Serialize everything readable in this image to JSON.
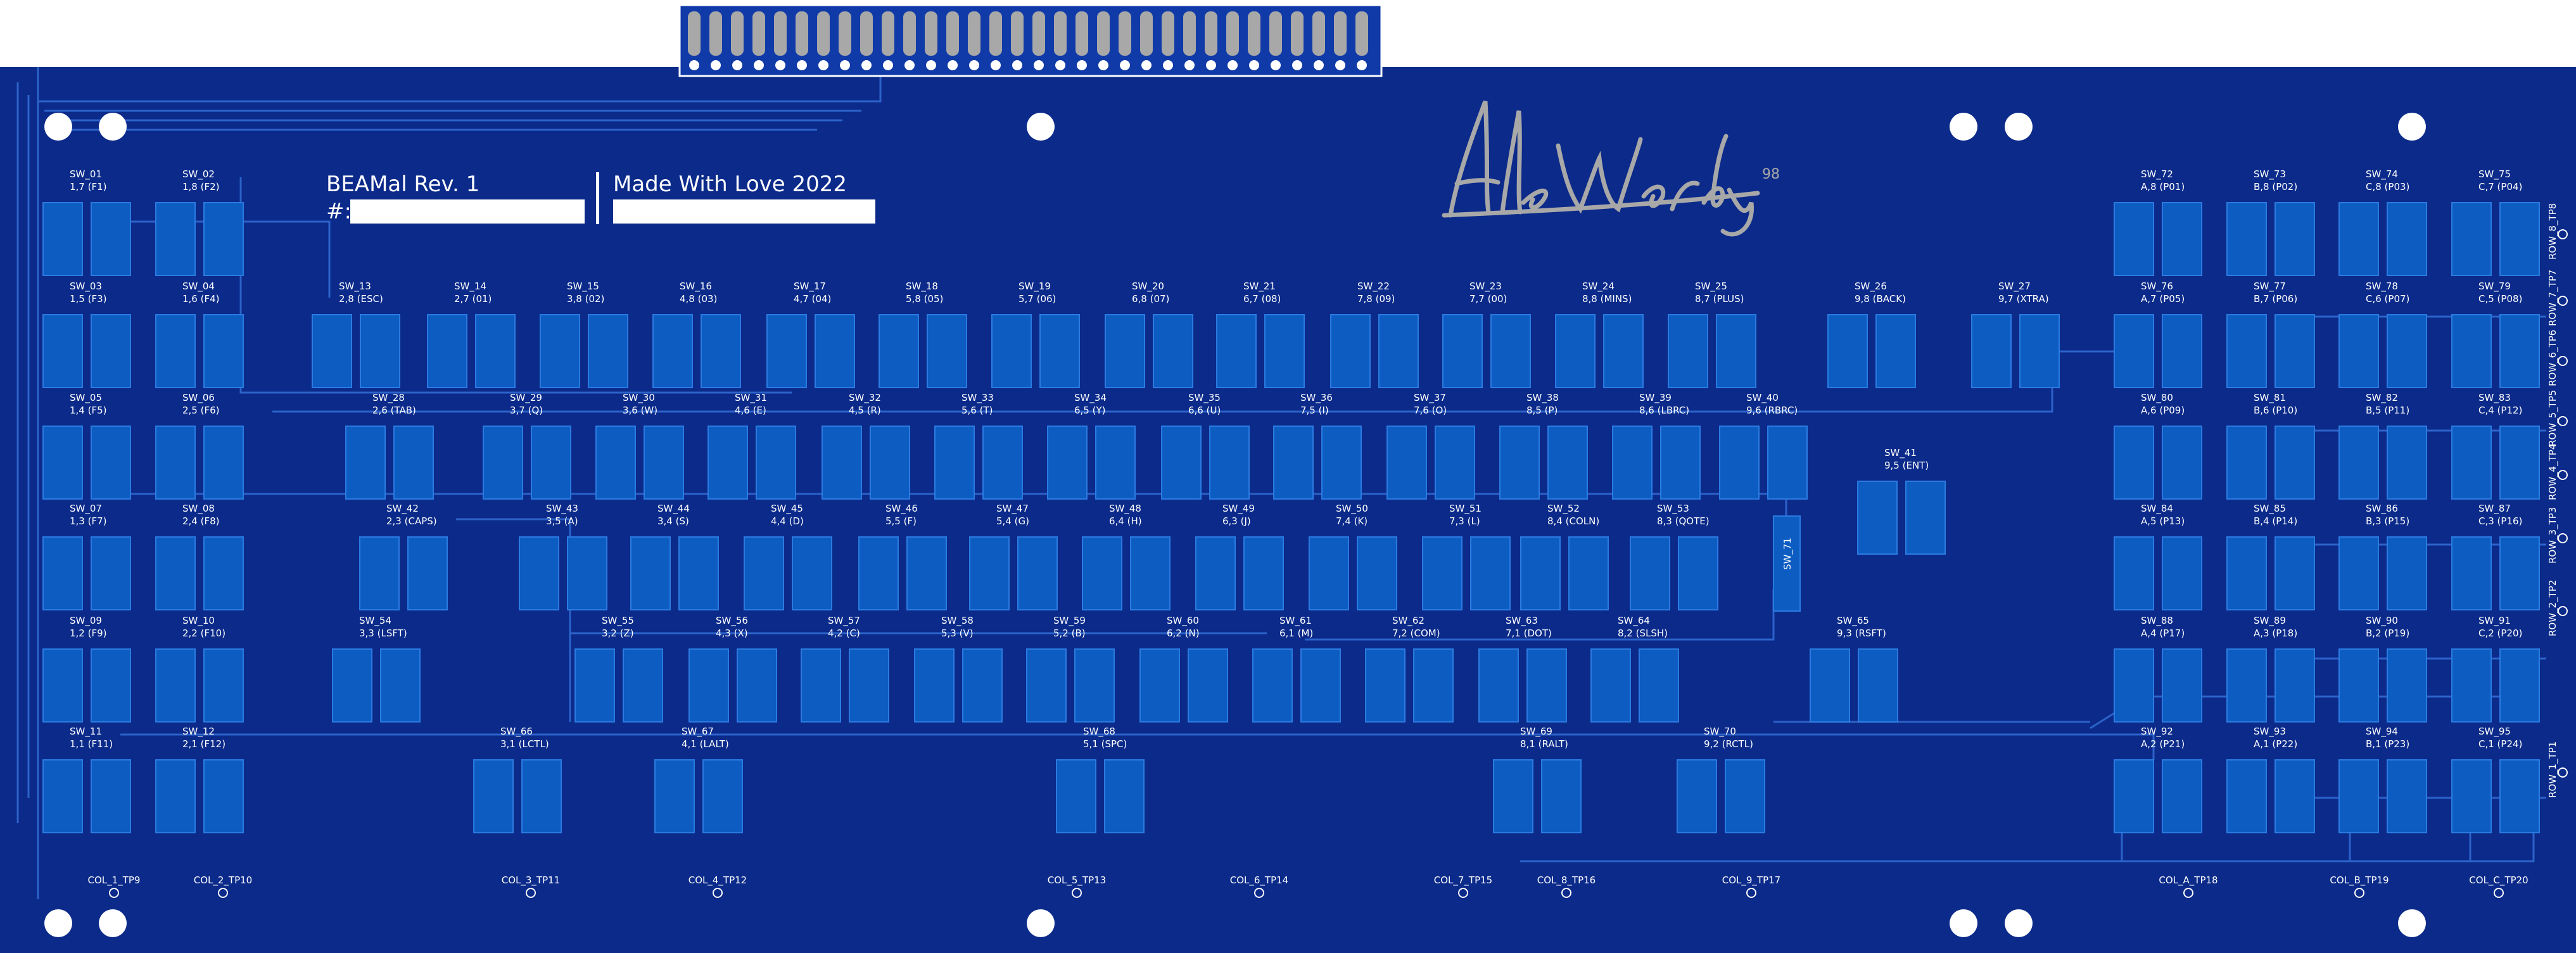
{
  "colors": {
    "board": "#0b2a8a",
    "pad": "#0d5cc2",
    "pad_stroke": "#2b7be0",
    "trace": "#2c63c9",
    "silk": "#ffffff",
    "gold": "#a8a8a8",
    "header_bg": "#103aa8"
  },
  "header": {
    "title": "BEAMal Rev. 1",
    "number_label": "#:",
    "tagline": "Made With Love 2022",
    "signature": "AleWards 98",
    "pin_count": 32
  },
  "switches": [
    {
      "id": "SW_01",
      "label": "1,7 (F1)"
    },
    {
      "id": "SW_02",
      "label": "1,8 (F2)"
    },
    {
      "id": "SW_03",
      "label": "1,5 (F3)"
    },
    {
      "id": "SW_04",
      "label": "1,6 (F4)"
    },
    {
      "id": "SW_05",
      "label": "1,4 (F5)"
    },
    {
      "id": "SW_06",
      "label": "2,5 (F6)"
    },
    {
      "id": "SW_07",
      "label": "1,3 (F7)"
    },
    {
      "id": "SW_08",
      "label": "2,4 (F8)"
    },
    {
      "id": "SW_09",
      "label": "1,2 (F9)"
    },
    {
      "id": "SW_10",
      "label": "2,2 (F10)"
    },
    {
      "id": "SW_11",
      "label": "1,1 (F11)"
    },
    {
      "id": "SW_12",
      "label": "2,1 (F12)"
    },
    {
      "id": "SW_13",
      "label": "2,8 (ESC)"
    },
    {
      "id": "SW_14",
      "label": "2,7 (01)"
    },
    {
      "id": "SW_15",
      "label": "3,8 (02)"
    },
    {
      "id": "SW_16",
      "label": "4,8 (03)"
    },
    {
      "id": "SW_17",
      "label": "4,7 (04)"
    },
    {
      "id": "SW_18",
      "label": "5,8 (05)"
    },
    {
      "id": "SW_19",
      "label": "5,7 (06)"
    },
    {
      "id": "SW_20",
      "label": "6,8 (07)"
    },
    {
      "id": "SW_21",
      "label": "6,7 (08)"
    },
    {
      "id": "SW_22",
      "label": "7,8 (09)"
    },
    {
      "id": "SW_23",
      "label": "7,7 (00)"
    },
    {
      "id": "SW_24",
      "label": "8,8 (MINS)"
    },
    {
      "id": "SW_25",
      "label": "8,7 (PLUS)"
    },
    {
      "id": "SW_26",
      "label": "9,8 (BACK)"
    },
    {
      "id": "SW_27",
      "label": "9,7 (XTRA)"
    },
    {
      "id": "SW_28",
      "label": "2,6 (TAB)"
    },
    {
      "id": "SW_29",
      "label": "3,7 (Q)"
    },
    {
      "id": "SW_30",
      "label": "3,6 (W)"
    },
    {
      "id": "SW_31",
      "label": "4,6 (E)"
    },
    {
      "id": "SW_32",
      "label": "4,5 (R)"
    },
    {
      "id": "SW_33",
      "label": "5,6 (T)"
    },
    {
      "id": "SW_34",
      "label": "6,5 (Y)"
    },
    {
      "id": "SW_35",
      "label": "6,6 (U)"
    },
    {
      "id": "SW_36",
      "label": "7,5 (I)"
    },
    {
      "id": "SW_37",
      "label": "7,6 (O)"
    },
    {
      "id": "SW_38",
      "label": "8,5 (P)"
    },
    {
      "id": "SW_39",
      "label": "8,6 (LBRC)"
    },
    {
      "id": "SW_40",
      "label": "9,6 (RBRC)"
    },
    {
      "id": "SW_41",
      "label": "9,5 (ENT)"
    },
    {
      "id": "SW_42",
      "label": "2,3 (CAPS)"
    },
    {
      "id": "SW_43",
      "label": "3,5 (A)"
    },
    {
      "id": "SW_44",
      "label": "3,4 (S)"
    },
    {
      "id": "SW_45",
      "label": "4,4 (D)"
    },
    {
      "id": "SW_46",
      "label": "5,5 (F)"
    },
    {
      "id": "SW_47",
      "label": "5,4 (G)"
    },
    {
      "id": "SW_48",
      "label": "6,4 (H)"
    },
    {
      "id": "SW_49",
      "label": "6,3 (J)"
    },
    {
      "id": "SW_50",
      "label": "7,4 (K)"
    },
    {
      "id": "SW_51",
      "label": "7,3 (L)"
    },
    {
      "id": "SW_52",
      "label": "8,4 (COLN)"
    },
    {
      "id": "SW_53",
      "label": "8,3 (QOTE)"
    },
    {
      "id": "SW_54",
      "label": "3,3 (LSFT)"
    },
    {
      "id": "SW_55",
      "label": "3,2 (Z)"
    },
    {
      "id": "SW_56",
      "label": "4,3 (X)"
    },
    {
      "id": "SW_57",
      "label": "4,2 (C)"
    },
    {
      "id": "SW_58",
      "label": "5,3 (V)"
    },
    {
      "id": "SW_59",
      "label": "5,2 (B)"
    },
    {
      "id": "SW_60",
      "label": "6,2 (N)"
    },
    {
      "id": "SW_61",
      "label": "6,1 (M)"
    },
    {
      "id": "SW_62",
      "label": "7,2 (COM)"
    },
    {
      "id": "SW_63",
      "label": "7,1 (DOT)"
    },
    {
      "id": "SW_64",
      "label": "8,2 (SLSH)"
    },
    {
      "id": "SW_65",
      "label": "9,3 (RSFT)"
    },
    {
      "id": "SW_66",
      "label": "3,1 (LCTL)"
    },
    {
      "id": "SW_67",
      "label": "4,1 (LALT)"
    },
    {
      "id": "SW_68",
      "label": "5,1 (SPC)"
    },
    {
      "id": "SW_69",
      "label": "8,1 (RALT)"
    },
    {
      "id": "SW_70",
      "label": "9,2 (RCTL)"
    },
    {
      "id": "SW_71",
      "label": ""
    },
    {
      "id": "SW_72",
      "label": "A,8 (P01)"
    },
    {
      "id": "SW_73",
      "label": "B,8 (P02)"
    },
    {
      "id": "SW_74",
      "label": "C,8 (P03)"
    },
    {
      "id": "SW_75",
      "label": "C,7 (P04)"
    },
    {
      "id": "SW_76",
      "label": "A,7 (P05)"
    },
    {
      "id": "SW_77",
      "label": "B,7 (P06)"
    },
    {
      "id": "SW_78",
      "label": "C,6 (P07)"
    },
    {
      "id": "SW_79",
      "label": "C,5 (P08)"
    },
    {
      "id": "SW_80",
      "label": "A,6 (P09)"
    },
    {
      "id": "SW_81",
      "label": "B,6 (P10)"
    },
    {
      "id": "SW_82",
      "label": "B,5 (P11)"
    },
    {
      "id": "SW_83",
      "label": "C,4 (P12)"
    },
    {
      "id": "SW_84",
      "label": "A,5 (P13)"
    },
    {
      "id": "SW_85",
      "label": "B,4 (P14)"
    },
    {
      "id": "SW_86",
      "label": "B,3 (P15)"
    },
    {
      "id": "SW_87",
      "label": "C,3 (P16)"
    },
    {
      "id": "SW_88",
      "label": "A,4 (P17)"
    },
    {
      "id": "SW_89",
      "label": "A,3 (P18)"
    },
    {
      "id": "SW_90",
      "label": "B,2 (P19)"
    },
    {
      "id": "SW_91",
      "label": "C,2 (P20)"
    },
    {
      "id": "SW_92",
      "label": "A,2 (P21)"
    },
    {
      "id": "SW_93",
      "label": "A,1 (P22)"
    },
    {
      "id": "SW_94",
      "label": "B,1 (P23)"
    },
    {
      "id": "SW_95",
      "label": "C,1 (P24)"
    }
  ],
  "row_test_points": [
    "ROW_8_TP8",
    "ROW_7_TP7",
    "ROW_6_TP6",
    "ROW_5_TP5",
    "ROW_4_TP4",
    "ROW_3_TP3",
    "ROW_2_TP2",
    "ROW_1_TP1"
  ],
  "col_test_points": [
    "COL_1_TP9",
    "COL_2_TP10",
    "COL_3_TP11",
    "COL_4_TP12",
    "COL_5_TP13",
    "COL_6_TP14",
    "COL_7_TP15",
    "COL_8_TP16",
    "COL_9_TP17",
    "COL_A_TP18",
    "COL_B_TP19",
    "COL_C_TP20"
  ]
}
